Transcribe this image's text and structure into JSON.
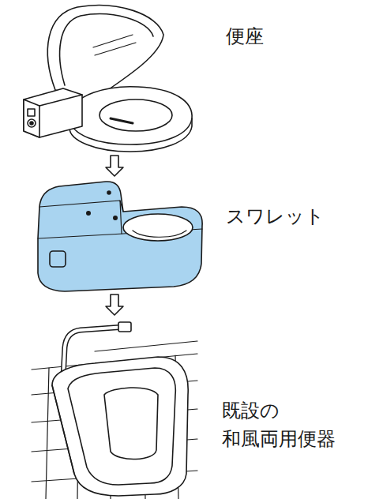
{
  "diagram": {
    "nodes": [
      {
        "text": [
          "便座"
        ]
      },
      {
        "text": [
          "スワレット"
        ]
      },
      {
        "text": [
          "既設の 和風両用便器"
        ]
      }
    ],
    "edges": [
      {
        "from": 0,
        "to": 1,
        "arrow": "to"
      },
      {
        "from": 1,
        "to": 2,
        "arrow": "to"
      }
    ]
  }
}
